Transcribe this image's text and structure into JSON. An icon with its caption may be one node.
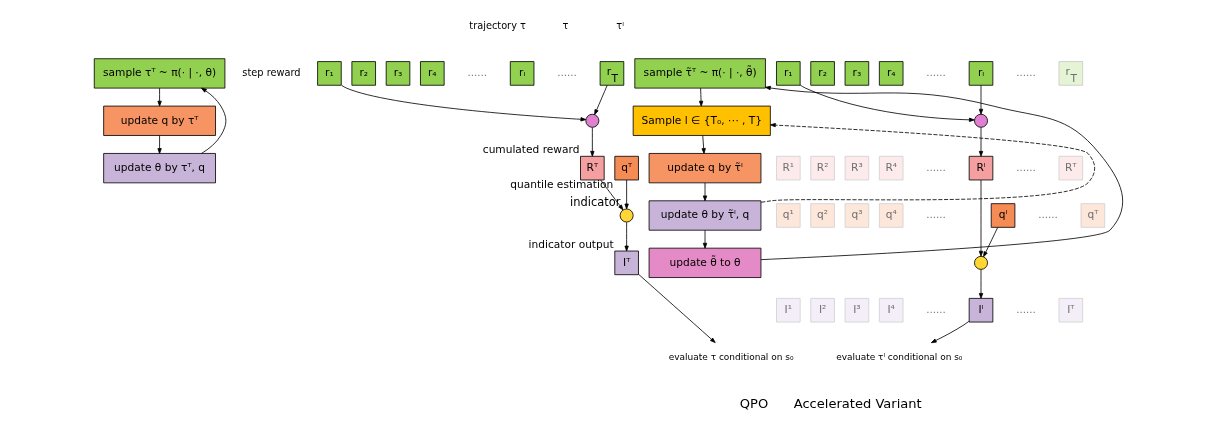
{
  "diagram": {
    "nodes": [
      {
        "text": [
          "sample τᵀ ~ π(· | ·, θ)"
        ]
      },
      {
        "text": [
          "update q by τᵀ"
        ]
      },
      {
        "text": [
          "update θ by τᵀ, q"
        ]
      },
      {
        "text": [
          "r₁"
        ]
      },
      {
        "text": [
          "r₂"
        ]
      },
      {
        "text": [
          "r₃"
        ]
      },
      {
        "text": [
          "r₄"
        ]
      },
      {
        "text": [
          "rₗ"
        ]
      },
      {
        "text": [
          "r$_{T}$"
        ]
      },
      {
        "text": [],
        "shape": "circle"
      },
      {
        "text": [
          "Rᵀ"
        ],
        "beside": [
          "cumulated reward"
        ]
      },
      {
        "text": [
          "qᵀ"
        ],
        "beside": [
          "quantile estimation"
        ]
      },
      {
        "text": [],
        "shape": "circle",
        "beside": [
          "indicator"
        ]
      },
      {
        "text": [
          "Iᵀ"
        ],
        "beside": [
          "indicator output"
        ]
      },
      {
        "text": [
          "evaluate τ conditional on s₀"
        ]
      },
      {
        "text": [
          "sample τ̃ᵀ ~ π(· | ·, θ̃)"
        ]
      },
      {
        "text": [
          "Sample l ∈ {T₀, ⋯ , T}"
        ]
      },
      {
        "text": [
          "update q by τ̃ˡ"
        ]
      },
      {
        "text": [
          "update θ by τ̃ˡ, q"
        ]
      },
      {
        "text": [
          "update θ̃ to θ"
        ]
      },
      {
        "text": [
          "r₁"
        ]
      },
      {
        "text": [
          "r₂"
        ]
      },
      {
        "text": [
          "r₃"
        ]
      },
      {
        "text": [
          "r₄"
        ]
      },
      {
        "text": [
          "rₗ"
        ]
      },
      {
        "text": [
          "r$_{T}$"
        ]
      },
      {
        "text": [],
        "shape": "circle"
      },
      {
        "text": [
          "R¹"
        ]
      },
      {
        "text": [
          "R²"
        ]
      },
      {
        "text": [
          "R³"
        ]
      },
      {
        "text": [
          "R⁴"
        ]
      },
      {
        "text": [
          "Rˡ"
        ]
      },
      {
        "text": [
          "Rᵀ"
        ]
      },
      {
        "text": [
          "q¹"
        ]
      },
      {
        "text": [
          "q²"
        ]
      },
      {
        "text": [
          "q³"
        ]
      },
      {
        "text": [
          "q⁴"
        ]
      },
      {
        "text": [
          "qˡ"
        ]
      },
      {
        "text": [
          "qᵀ"
        ]
      },
      {
        "text": [],
        "shape": "circle"
      },
      {
        "text": [
          "I¹"
        ]
      },
      {
        "text": [
          "I²"
        ]
      },
      {
        "text": [
          "I³"
        ]
      },
      {
        "text": [
          "I⁴"
        ]
      },
      {
        "text": [
          "Iˡ"
        ]
      },
      {
        "text": [
          "Iᵀ"
        ]
      },
      {
        "text": [
          "evaluate τˡ conditional on s₀"
        ]
      }
    ],
    "edges": [
      {
        "from": 0,
        "to": 1,
        "arrow": "to"
      },
      {
        "from": 1,
        "to": 2,
        "arrow": "to"
      },
      {
        "from": 2,
        "to": 0,
        "arrow": "to"
      },
      {
        "from": 3,
        "to": 9,
        "arrow": "to"
      },
      {
        "from": 8,
        "to": 9,
        "arrow": "to"
      },
      {
        "from": 9,
        "to": 10,
        "arrow": "to"
      },
      {
        "from": 10,
        "to": 12,
        "arrow": "to"
      },
      {
        "from": 11,
        "to": 12,
        "arrow": "to"
      },
      {
        "from": 12,
        "to": 13,
        "arrow": "to"
      },
      {
        "from": 13,
        "to": 14,
        "arrow": "to"
      },
      {
        "from": 15,
        "to": 16,
        "arrow": "to"
      },
      {
        "from": 16,
        "to": 17,
        "arrow": "to"
      },
      {
        "from": 17,
        "to": 18,
        "arrow": "to"
      },
      {
        "from": 18,
        "to": 19,
        "arrow": "to"
      },
      {
        "from": 19,
        "to": 15,
        "arrow": "to"
      },
      {
        "from": 18,
        "to": 16,
        "arrow": "to",
        "style": "dashed"
      },
      {
        "from": 20,
        "to": 26,
        "arrow": "to"
      },
      {
        "from": 24,
        "to": 26,
        "arrow": "to"
      },
      {
        "from": 26,
        "to": 31,
        "arrow": "to"
      },
      {
        "from": 31,
        "to": 39,
        "arrow": "to"
      },
      {
        "from": 37,
        "to": 39,
        "arrow": "to"
      },
      {
        "from": 39,
        "to": 44,
        "arrow": "to"
      },
      {
        "from": 44,
        "to": 46,
        "arrow": "to"
      }
    ],
    "labels": [
      "trajectory τ",
      "step reward",
      "……",
      "……",
      "τ",
      "τˡ",
      "……",
      "……",
      "……",
      "……",
      "……",
      "……",
      "……",
      "……",
      "QPO",
      "Accelerated Variant"
    ]
  }
}
